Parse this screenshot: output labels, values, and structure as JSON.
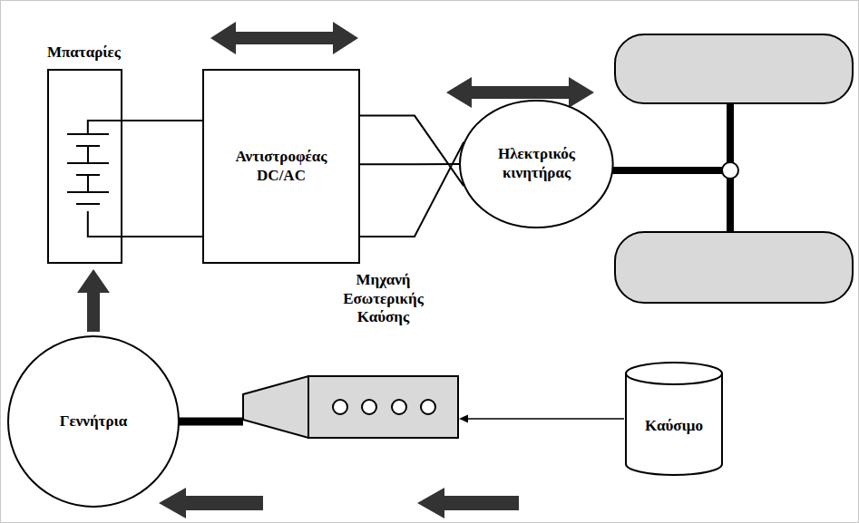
{
  "diagram": {
    "nodes": [
      {
        "text": [
          "Μπαταρίες"
        ]
      },
      {
        "text": [
          "Αντιστροφέας DC/AC"
        ]
      },
      {
        "text": [
          "Ηλεκτρικός κινητήρας"
        ]
      },
      {
        "text": [
          "Μηχανή Εσωτερικής Καύσης"
        ]
      },
      {
        "text": [
          "Γεννήτρια"
        ]
      },
      {
        "text": [
          "Καύσιμο"
        ]
      }
    ],
    "edges": [
      {
        "from": 0,
        "to": 1,
        "arrow": "none"
      },
      {
        "from": 1,
        "to": 2,
        "arrow": "none"
      },
      {
        "from": 4,
        "to": 0,
        "arrow": "to"
      },
      {
        "from": 3,
        "to": 4,
        "arrow": "none"
      },
      {
        "from": 5,
        "to": 3,
        "arrow": "to"
      }
    ]
  }
}
